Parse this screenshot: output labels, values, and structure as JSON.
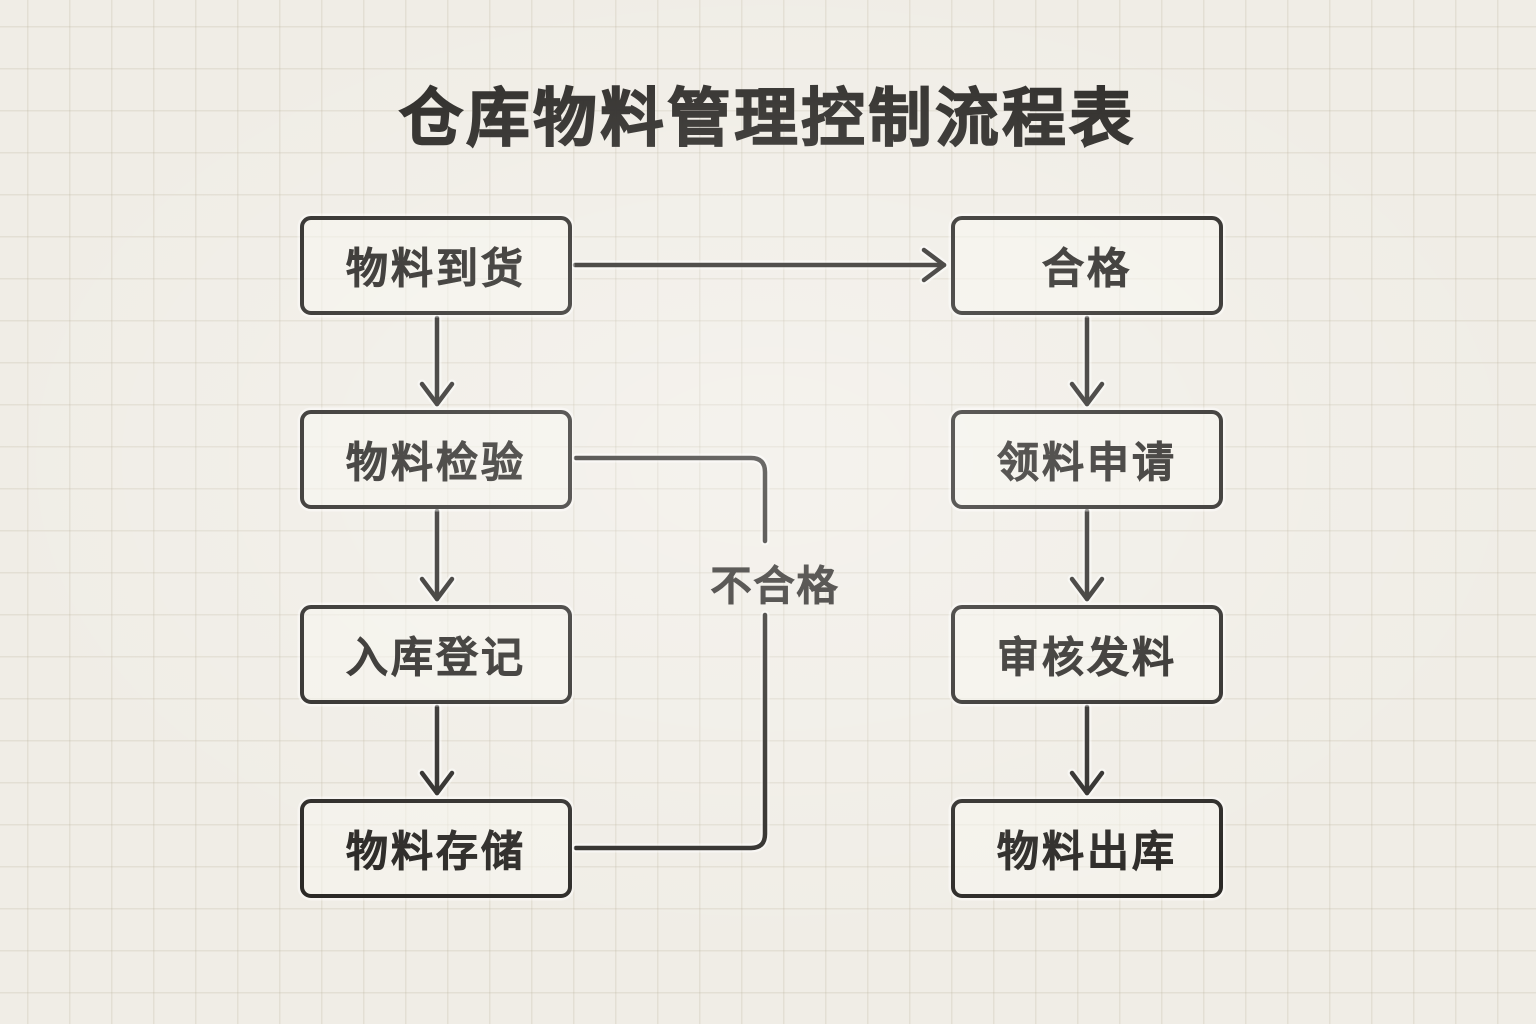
{
  "title": "仓库物料管理控制流程表",
  "colors": {
    "background": "#f0ede6",
    "grid_line": "#e2ddd2",
    "stroke": "#2b2926",
    "node_fill": "#f6f3ec",
    "text": "#2b2926"
  },
  "flowchart": {
    "nodes": [
      {
        "id": "material-arrival",
        "label": "物料到货",
        "column": "left",
        "row": 1
      },
      {
        "id": "material-inspection",
        "label": "物料检验",
        "column": "left",
        "row": 2
      },
      {
        "id": "warehouse-registration",
        "label": "入库登记",
        "column": "left",
        "row": 3
      },
      {
        "id": "material-storage",
        "label": "物料存储",
        "column": "left",
        "row": 4
      },
      {
        "id": "qualified",
        "label": "合格",
        "column": "right",
        "row": 1
      },
      {
        "id": "requisition-request",
        "label": "领料申请",
        "column": "right",
        "row": 2
      },
      {
        "id": "review-issue",
        "label": "审核发料",
        "column": "right",
        "row": 3
      },
      {
        "id": "material-outbound",
        "label": "物料出库",
        "column": "right",
        "row": 4
      }
    ],
    "edges": [
      {
        "from": "物料到货",
        "to": "物料检验",
        "style": "arrow",
        "label": ""
      },
      {
        "from": "物料检验",
        "to": "入库登记",
        "style": "arrow",
        "label": ""
      },
      {
        "from": "入库登记",
        "to": "物料存储",
        "style": "arrow",
        "label": ""
      },
      {
        "from": "物料到货",
        "to": "合格",
        "style": "arrow",
        "label": ""
      },
      {
        "from": "合格",
        "to": "领料申请",
        "style": "arrow",
        "label": ""
      },
      {
        "from": "领料申请",
        "to": "审核发料",
        "style": "arrow",
        "label": ""
      },
      {
        "from": "审核发料",
        "to": "物料出库",
        "style": "arrow",
        "label": ""
      },
      {
        "from": "物料检验",
        "to": "物料存储",
        "style": "elbow-line",
        "label": "不合格"
      }
    ]
  }
}
